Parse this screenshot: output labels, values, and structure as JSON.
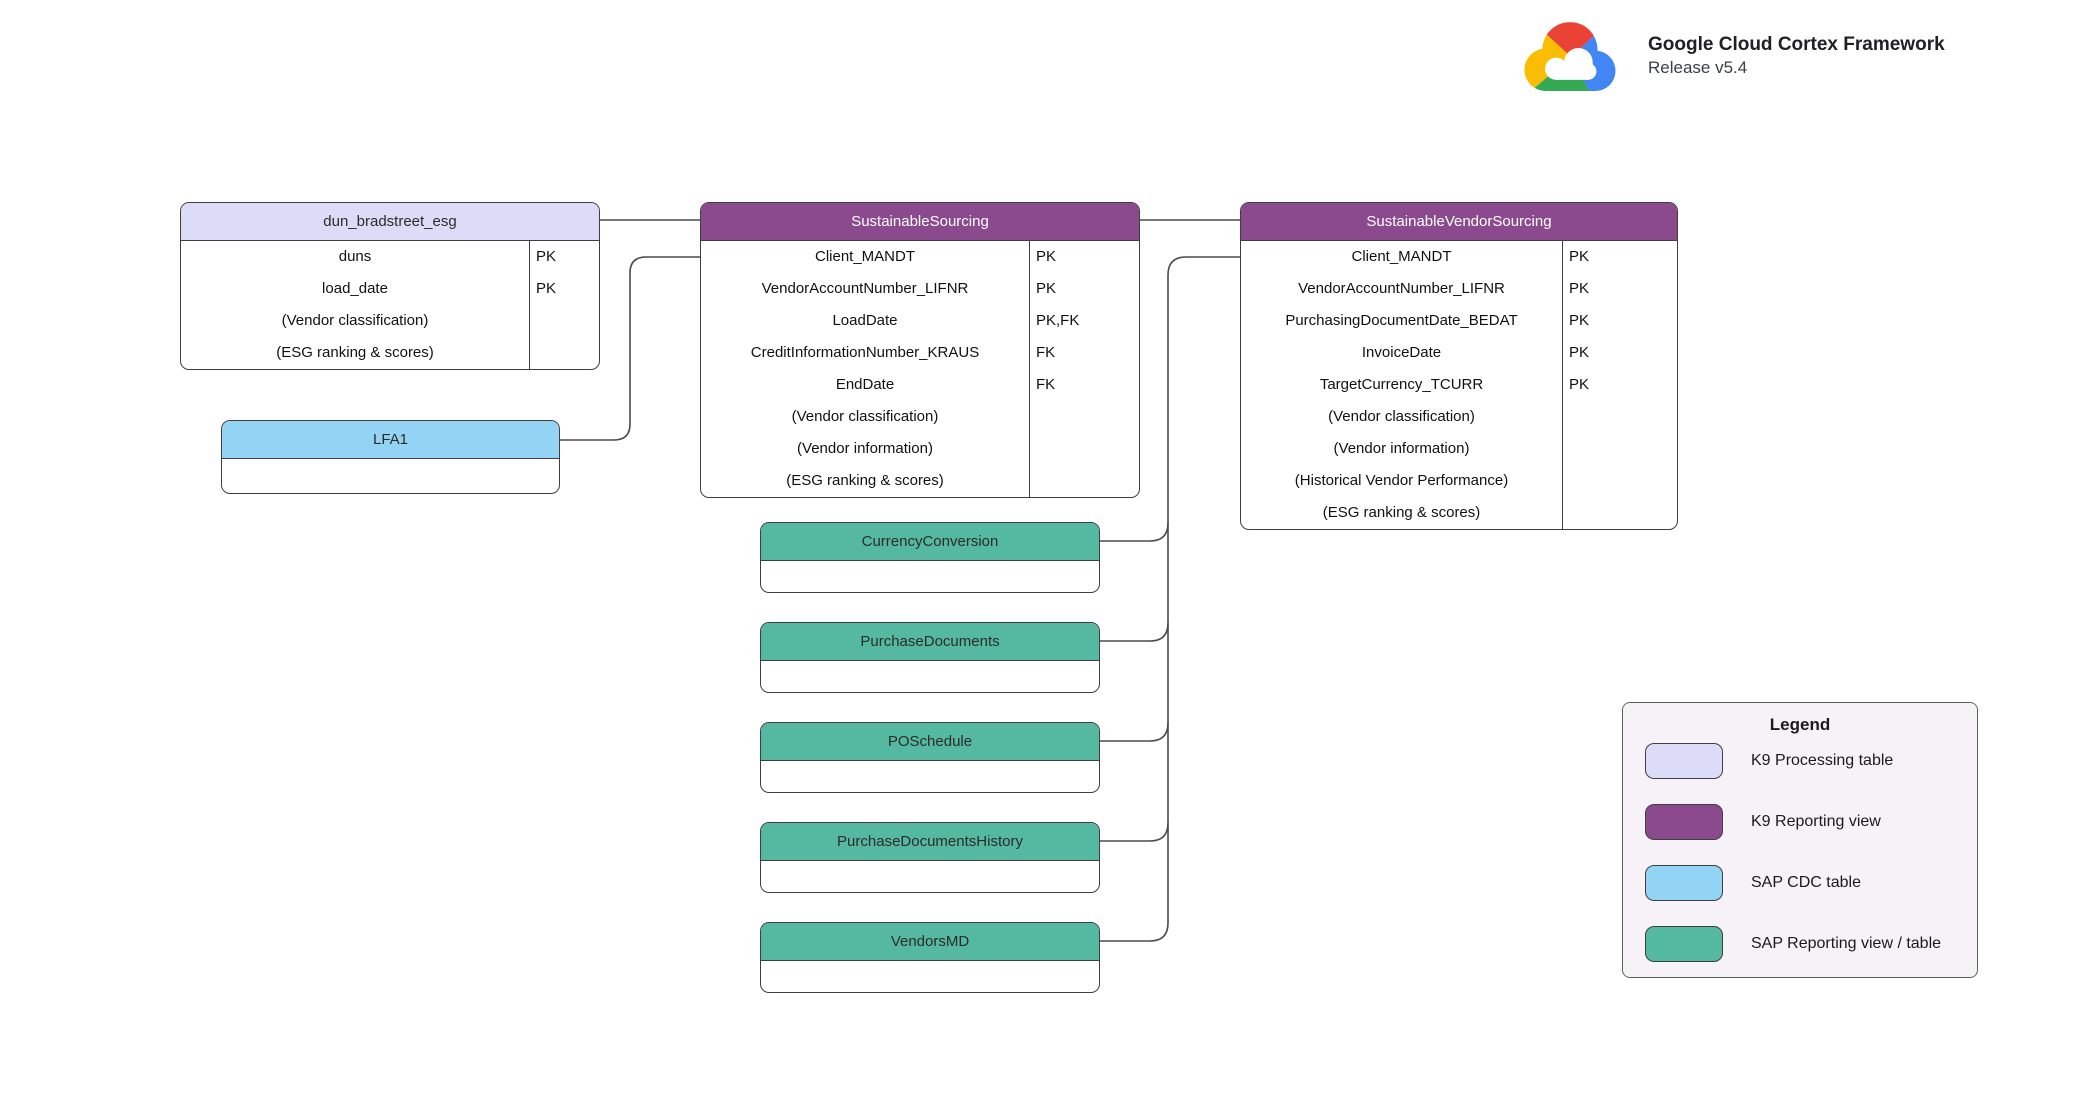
{
  "header": {
    "title": "Google Cloud Cortex Framework",
    "subtitle": "Release v5.4",
    "logo": "google-cloud-logo"
  },
  "type_colors": {
    "k9_processing": "#dcdcf8",
    "k9_reporting": "#8c4a8e",
    "sap_cdc": "#93d3f4",
    "sap_reporting": "#55b9a2"
  },
  "entities": [
    {
      "id": "dun_bradstreet_esg",
      "name": "dun_bradstreet_esg",
      "type": "k9_processing",
      "fields": [
        {
          "name": "duns",
          "key": "PK"
        },
        {
          "name": "load_date",
          "key": "PK"
        },
        {
          "name": "(Vendor classification)",
          "key": ""
        },
        {
          "name": "(ESG ranking & scores)",
          "key": ""
        }
      ]
    },
    {
      "id": "SustainableSourcing",
      "name": "SustainableSourcing",
      "type": "k9_reporting",
      "fields": [
        {
          "name": "Client_MANDT",
          "key": "PK"
        },
        {
          "name": "VendorAccountNumber_LIFNR",
          "key": "PK"
        },
        {
          "name": "LoadDate",
          "key": "PK,FK"
        },
        {
          "name": "CreditInformationNumber_KRAUS",
          "key": "FK"
        },
        {
          "name": "EndDate",
          "key": "FK"
        },
        {
          "name": "(Vendor classification)",
          "key": ""
        },
        {
          "name": "(Vendor information)",
          "key": ""
        },
        {
          "name": "(ESG ranking & scores)",
          "key": ""
        }
      ]
    },
    {
      "id": "SustainableVendorSourcing",
      "name": "SustainableVendorSourcing",
      "type": "k9_reporting",
      "fields": [
        {
          "name": "Client_MANDT",
          "key": "PK"
        },
        {
          "name": "VendorAccountNumber_LIFNR",
          "key": "PK"
        },
        {
          "name": "PurchasingDocumentDate_BEDAT",
          "key": "PK"
        },
        {
          "name": "InvoiceDate",
          "key": "PK"
        },
        {
          "name": "TargetCurrency_TCURR",
          "key": "PK"
        },
        {
          "name": "(Vendor classification)",
          "key": ""
        },
        {
          "name": "(Vendor information)",
          "key": ""
        },
        {
          "name": "(Historical Vendor Performance)",
          "key": ""
        },
        {
          "name": "(ESG ranking & scores)",
          "key": ""
        }
      ]
    },
    {
      "id": "LFA1",
      "name": "LFA1",
      "type": "sap_cdc",
      "fields": []
    },
    {
      "id": "CurrencyConversion",
      "name": "CurrencyConversion",
      "type": "sap_reporting",
      "fields": []
    },
    {
      "id": "PurchaseDocuments",
      "name": "PurchaseDocuments",
      "type": "sap_reporting",
      "fields": []
    },
    {
      "id": "POSchedule",
      "name": "POSchedule",
      "type": "sap_reporting",
      "fields": []
    },
    {
      "id": "PurchaseDocumentsHistory",
      "name": "PurchaseDocumentsHistory",
      "type": "sap_reporting",
      "fields": []
    },
    {
      "id": "VendorsMD",
      "name": "VendorsMD",
      "type": "sap_reporting",
      "fields": []
    }
  ],
  "legend": {
    "title": "Legend",
    "items": [
      {
        "type": "k9_processing",
        "label": "K9 Processing table"
      },
      {
        "type": "k9_reporting",
        "label": "K9 Reporting view"
      },
      {
        "type": "sap_cdc",
        "label": "SAP CDC table"
      },
      {
        "type": "sap_reporting",
        "label": "SAP Reporting view / table"
      }
    ]
  }
}
